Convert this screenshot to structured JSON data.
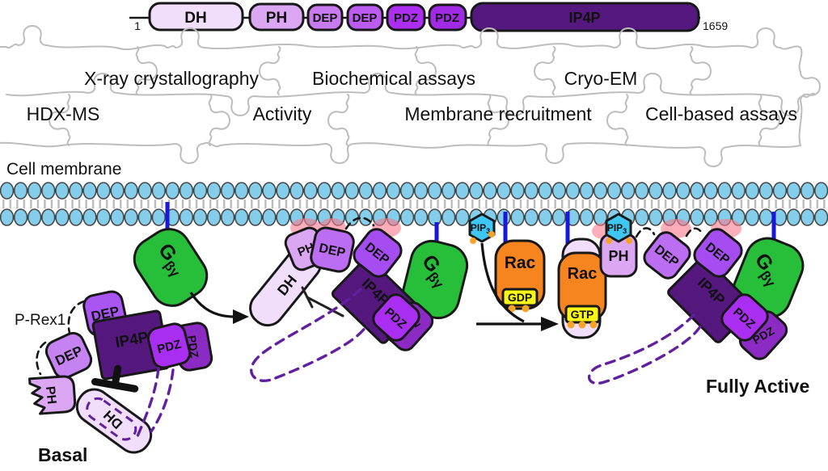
{
  "palette": {
    "dh": "#F1DEFA",
    "ph": "#DCA7F2",
    "dep_light": "#C583F2",
    "dep": "#BB6EF2",
    "dep_bright": "#A855F2",
    "dep_mid2": "#A64DF2",
    "pdz": "#A92EF2",
    "pdz_dark": "#8B2BC4",
    "ip4p": "#54187F",
    "bar_dep1": "#C77BEF",
    "bar_dep2": "#BC5BF0",
    "bar_pdz1": "#AB2EF2",
    "bar_pdz2": "#A12BE4",
    "gbetagamma_green": "#27BE3A",
    "rac_orange": "#F6851F",
    "nucleotide_yellow": "#F8F715",
    "pip3_cyan": "#3EC7F2",
    "lipid_blue": "#85CEEB",
    "membrane_pink": "#F9798C",
    "anchor_blue": "#1818DC",
    "linker_purple": "#61209E",
    "puzzle_gray": "#BDBDBD"
  },
  "domain_map": {
    "start_residue": "1",
    "end_residue": "1659",
    "domains": [
      {
        "label": "DH"
      },
      {
        "label": "PH"
      },
      {
        "label": "DEP"
      },
      {
        "label": "DEP"
      },
      {
        "label": "PDZ"
      },
      {
        "label": "PDZ"
      },
      {
        "label": "IP4P"
      }
    ]
  },
  "techniques": {
    "row1": [
      "X-ray crystallography",
      "Biochemical assays",
      "Cryo-EM"
    ],
    "row2": [
      "HDX-MS",
      "Activity",
      "Membrane recruitment",
      "Cell-based assays"
    ]
  },
  "membrane": {
    "label": "Cell membrane"
  },
  "domain_labels": {
    "dh": "DH",
    "ph": "PH",
    "dep": "DEP",
    "pdz": "PDZ",
    "ip4p": "IP4P"
  },
  "molecules": {
    "gbetagamma": {
      "main": "G",
      "sub": "βγ"
    },
    "rac": {
      "label": "Rac"
    },
    "gdp": "GDP",
    "gtp": "GTP",
    "pip3": {
      "main": "PIP",
      "sub": "3"
    }
  },
  "state_labels": {
    "protein": "P-Rex1",
    "basal": "Basal",
    "fully_active": "Fully Active"
  }
}
